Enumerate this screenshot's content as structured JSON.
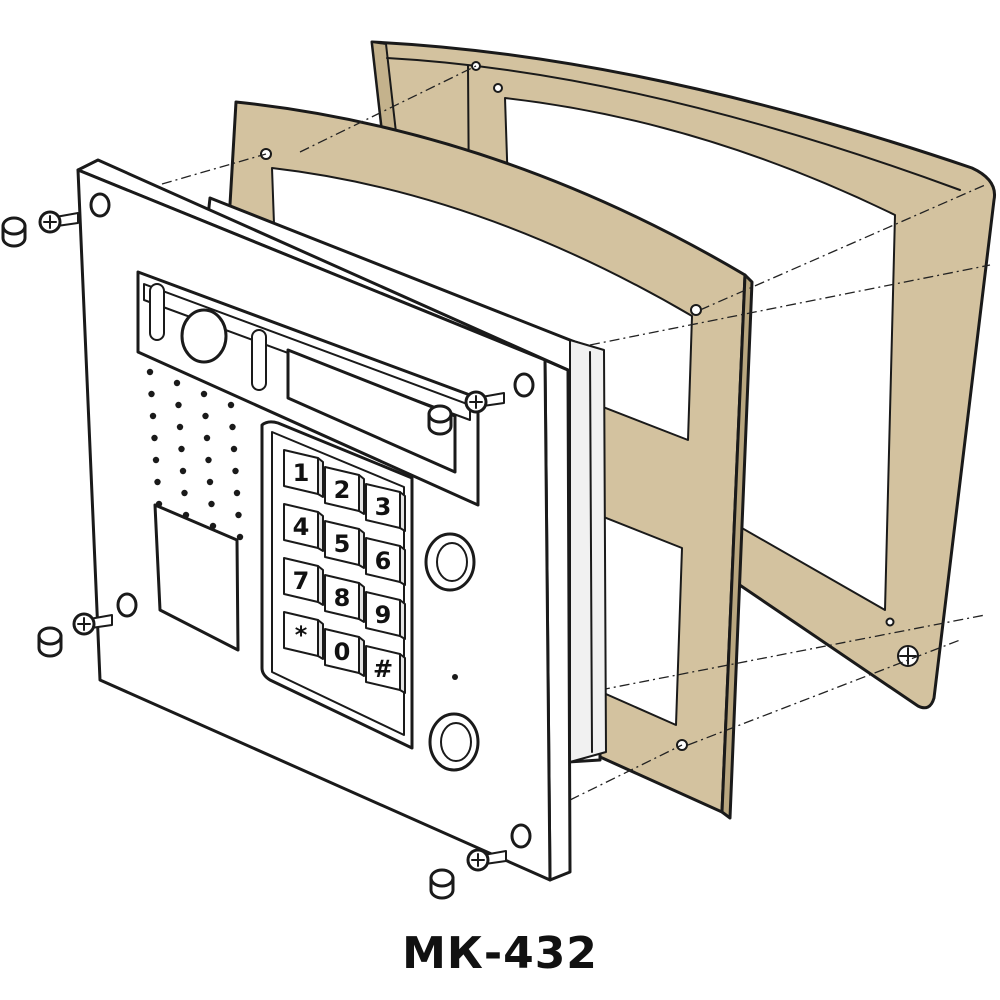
{
  "model_label": "МК-432",
  "colors": {
    "canopy_fill": "#d3c29f",
    "panel_fill": "#ffffff",
    "line": "#1a1a1a"
  },
  "keypad": {
    "keys": [
      "1",
      "2",
      "3",
      "4",
      "5",
      "6",
      "7",
      "8",
      "9",
      "*",
      "0",
      "#"
    ]
  },
  "icons": [
    "screw-icon",
    "screw-cap-icon",
    "speaker-grille-icon",
    "camera-lens-icon",
    "push-button-icon"
  ]
}
